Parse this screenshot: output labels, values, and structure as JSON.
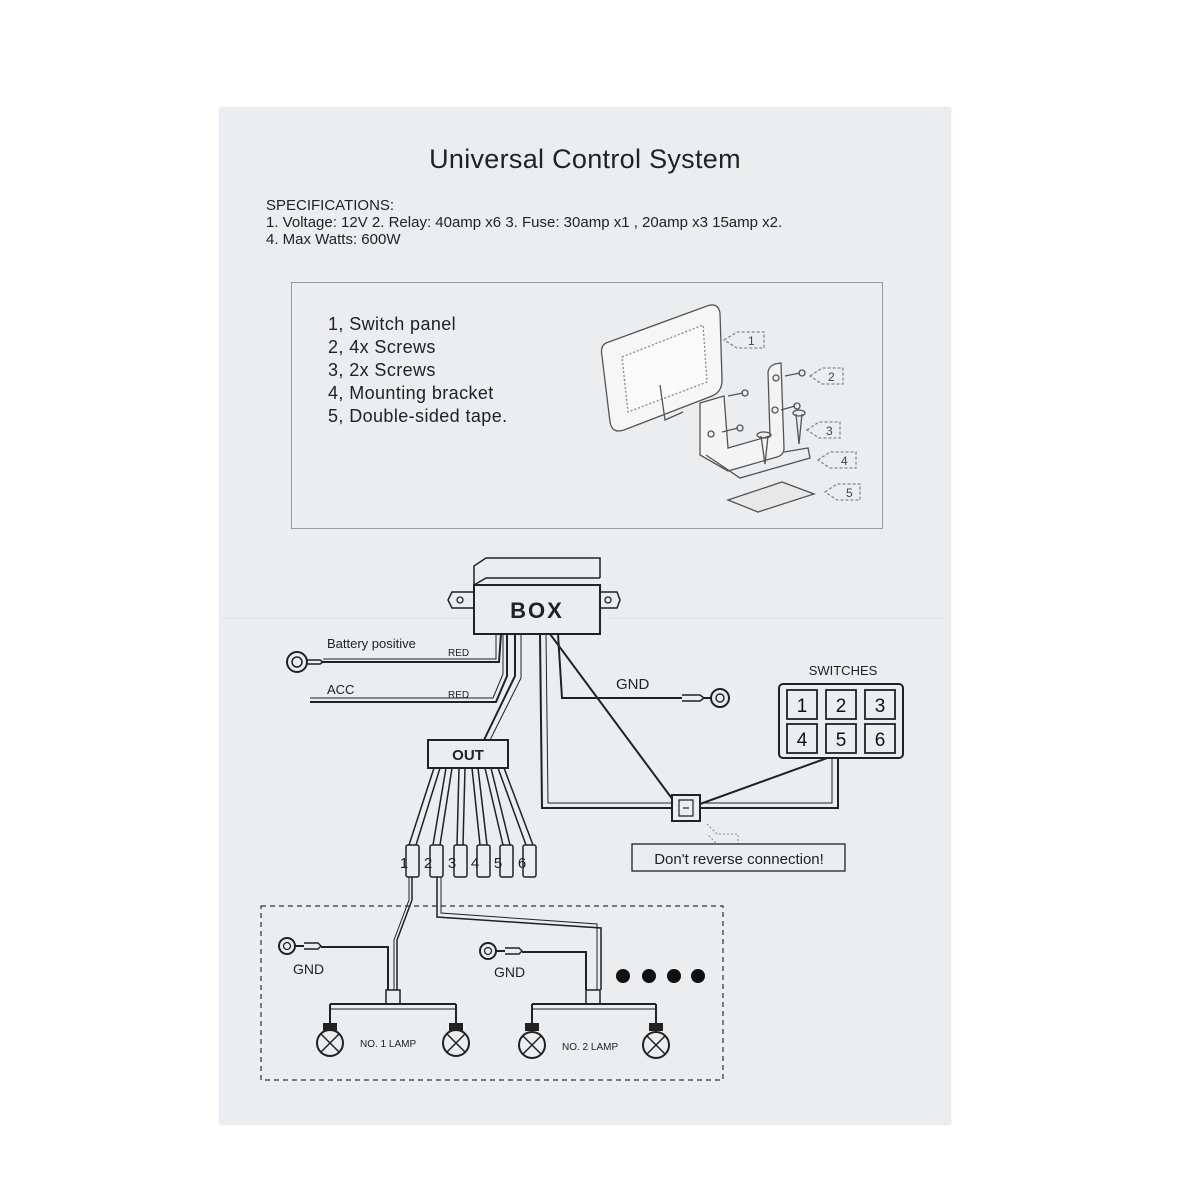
{
  "title": "Universal Control System",
  "specifications": {
    "heading": "SPECIFICATIONS:",
    "line1": "1. Voltage: 12V   2. Relay: 40amp x6   3. Fuse: 30amp x1 , 20amp x3  15amp x2.",
    "line2": "4. Max Watts: 600W"
  },
  "parts": {
    "items": [
      "1, Switch panel",
      "2, 4x Screws",
      "3, 2x Screws",
      "4, Mounting bracket",
      "5, Double-sided tape."
    ],
    "callouts": [
      "1",
      "2",
      "3",
      "4",
      "5"
    ]
  },
  "wiring": {
    "box_label": "BOX",
    "battery_label": "Battery positive",
    "battery_wire_color": "RED",
    "acc_label": "ACC",
    "acc_wire_color": "RED",
    "gnd_label": "GND",
    "out_label": "OUT",
    "out_numbers": [
      "1",
      "2",
      "3",
      "4",
      "5",
      "6"
    ],
    "switches_label": "SWITCHES",
    "switch_keys": [
      "1",
      "2",
      "3",
      "4",
      "5",
      "6"
    ],
    "warning": "Don't reverse connection!",
    "lamp1_gnd": "GND",
    "lamp2_gnd": "GND",
    "lamp1_label": "NO. 1  LAMP",
    "lamp2_label": "NO. 2  LAMP"
  },
  "colors": {
    "paper": "#ecedef",
    "ink": "#222222"
  }
}
